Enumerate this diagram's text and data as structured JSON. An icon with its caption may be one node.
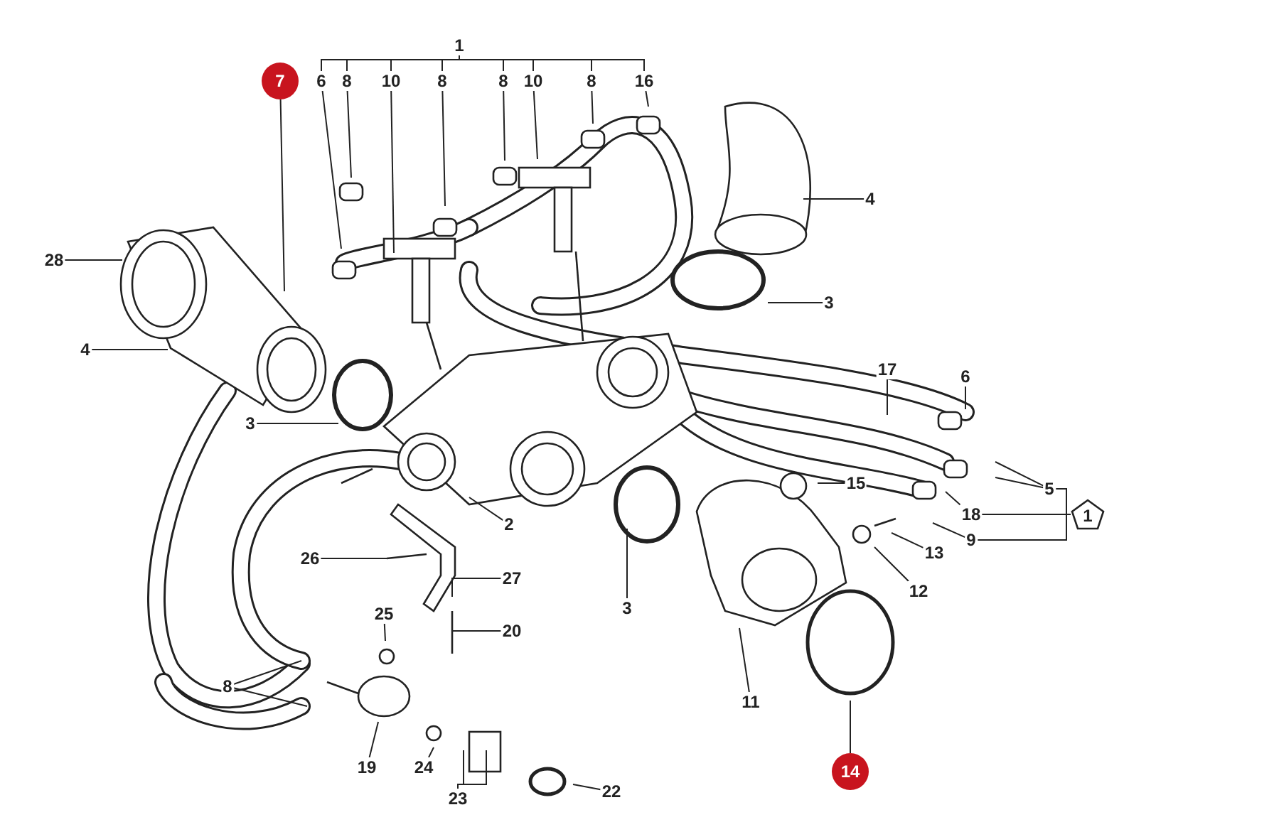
{
  "diagram": {
    "nodes": [
      {
        "text": [
          "1"
        ]
      },
      {
        "text": [
          "7"
        ]
      },
      {
        "text": [
          "6"
        ]
      },
      {
        "text": [
          "8"
        ]
      },
      {
        "text": [
          "10"
        ]
      },
      {
        "text": [
          "8"
        ]
      },
      {
        "text": [
          "8"
        ]
      },
      {
        "text": [
          "10"
        ]
      },
      {
        "text": [
          "8"
        ]
      },
      {
        "text": [
          "16"
        ]
      },
      {
        "text": [
          "4"
        ]
      },
      {
        "text": [
          "28"
        ]
      },
      {
        "text": [
          "3"
        ]
      },
      {
        "text": [
          "4"
        ]
      },
      {
        "text": [
          "17"
        ]
      },
      {
        "text": [
          "6"
        ]
      },
      {
        "text": [
          "3"
        ]
      },
      {
        "text": [
          "15"
        ]
      },
      {
        "text": [
          "5"
        ]
      },
      {
        "text": [
          "2"
        ]
      },
      {
        "text": [
          "18"
        ]
      },
      {
        "text": [
          "1"
        ]
      },
      {
        "text": [
          "9"
        ]
      },
      {
        "text": [
          "13"
        ]
      },
      {
        "text": [
          "26"
        ]
      },
      {
        "text": [
          "27"
        ]
      },
      {
        "text": [
          "12"
        ]
      },
      {
        "text": [
          "3"
        ]
      },
      {
        "text": [
          "25"
        ]
      },
      {
        "text": [
          "20"
        ]
      },
      {
        "text": [
          "8"
        ]
      },
      {
        "text": [
          "11"
        ]
      },
      {
        "text": [
          "19"
        ]
      },
      {
        "text": [
          "24"
        ]
      },
      {
        "text": [
          "14"
        ]
      },
      {
        "text": [
          "22"
        ]
      },
      {
        "text": [
          "23"
        ]
      }
    ],
    "edges": [
      {
        "from": 0,
        "to": 2,
        "arrow": "none"
      },
      {
        "from": 0,
        "to": 3,
        "arrow": "none"
      },
      {
        "from": 0,
        "to": 4,
        "arrow": "none"
      },
      {
        "from": 0,
        "to": 5,
        "arrow": "none"
      },
      {
        "from": 0,
        "to": 6,
        "arrow": "none"
      },
      {
        "from": 0,
        "to": 7,
        "arrow": "none"
      },
      {
        "from": 0,
        "to": 8,
        "arrow": "none"
      },
      {
        "from": 0,
        "to": 9,
        "arrow": "none"
      },
      {
        "from": 1,
        "to": null,
        "arrow": "none"
      },
      {
        "from": 2,
        "to": null,
        "arrow": "none"
      },
      {
        "from": 3,
        "to": null,
        "arrow": "none"
      },
      {
        "from": 4,
        "to": null,
        "arrow": "none"
      },
      {
        "from": 5,
        "to": null,
        "arrow": "none"
      },
      {
        "from": 6,
        "to": null,
        "arrow": "none"
      },
      {
        "from": 7,
        "to": null,
        "arrow": "none"
      },
      {
        "from": 8,
        "to": null,
        "arrow": "none"
      },
      {
        "from": 9,
        "to": null,
        "arrow": "none"
      },
      {
        "from": 10,
        "to": null,
        "arrow": "none"
      },
      {
        "from": 11,
        "to": null,
        "arrow": "none"
      },
      {
        "from": 12,
        "to": null,
        "arrow": "none"
      },
      {
        "from": 13,
        "to": null,
        "arrow": "none"
      },
      {
        "from": 14,
        "to": null,
        "arrow": "none"
      },
      {
        "from": 15,
        "to": null,
        "arrow": "none"
      },
      {
        "from": 16,
        "to": null,
        "arrow": "none"
      },
      {
        "from": 17,
        "to": null,
        "arrow": "none"
      },
      {
        "from": 18,
        "to": null,
        "arrow": "none"
      },
      {
        "from": 18,
        "to": null,
        "arrow": "none"
      },
      {
        "from": 19,
        "to": null,
        "arrow": "none"
      },
      {
        "from": 20,
        "to": null,
        "arrow": "none"
      },
      {
        "from": 22,
        "to": null,
        "arrow": "none"
      },
      {
        "from": 18,
        "to": 21,
        "arrow": "none"
      },
      {
        "from": 20,
        "to": 21,
        "arrow": "none"
      },
      {
        "from": 22,
        "to": 21,
        "arrow": "none"
      },
      {
        "from": 23,
        "to": null,
        "arrow": "none"
      },
      {
        "from": 24,
        "to": null,
        "arrow": "none"
      },
      {
        "from": 25,
        "to": null,
        "arrow": "none"
      },
      {
        "from": 26,
        "to": null,
        "arrow": "none"
      },
      {
        "from": 27,
        "to": null,
        "arrow": "none"
      },
      {
        "from": 28,
        "to": null,
        "arrow": "none"
      },
      {
        "from": 29,
        "to": null,
        "arrow": "none"
      },
      {
        "from": 30,
        "to": null,
        "arrow": "none"
      },
      {
        "from": 30,
        "to": null,
        "arrow": "none"
      },
      {
        "from": 31,
        "to": null,
        "arrow": "none"
      },
      {
        "from": 32,
        "to": null,
        "arrow": "none"
      },
      {
        "from": 33,
        "to": null,
        "arrow": "none"
      },
      {
        "from": 34,
        "to": null,
        "arrow": "none"
      },
      {
        "from": 35,
        "to": null,
        "arrow": "none"
      },
      {
        "from": 36,
        "to": null,
        "arrow": "none"
      },
      {
        "from": 36,
        "to": null,
        "arrow": "none"
      }
    ]
  }
}
